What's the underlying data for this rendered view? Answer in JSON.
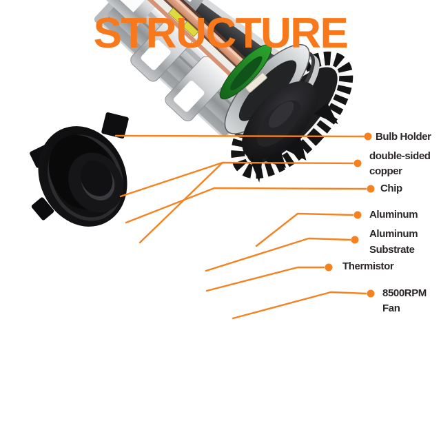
{
  "title": "STRUCTURE",
  "colors": {
    "background": "#FFFFFF",
    "title_orange": "#F8791B",
    "accent_orange": "#F5821F",
    "label_text": "#2B2728"
  },
  "illustration_colors": {
    "copper": "#E2A687",
    "chip_yellow": "#DFDA3E",
    "pcb_green": "#1F8A24",
    "thermistor_ivory": "#EFE9DC",
    "fan_black": "#141416",
    "metal_silver": "#C6C9CB",
    "holder_black": "#0E0E10"
  },
  "labels": [
    {
      "id": "bulb-holder",
      "text": "Bulb Holder"
    },
    {
      "id": "double-sided-copper",
      "text": "double-sided copper"
    },
    {
      "id": "chip",
      "text": "Chip"
    },
    {
      "id": "aluminum",
      "text": "Aluminum"
    },
    {
      "id": "aluminum-substrate",
      "text": "Aluminum Substrate"
    },
    {
      "id": "thermistor",
      "text": "Thermistor"
    },
    {
      "id": "fan",
      "text": "8500RPM Fan"
    }
  ]
}
